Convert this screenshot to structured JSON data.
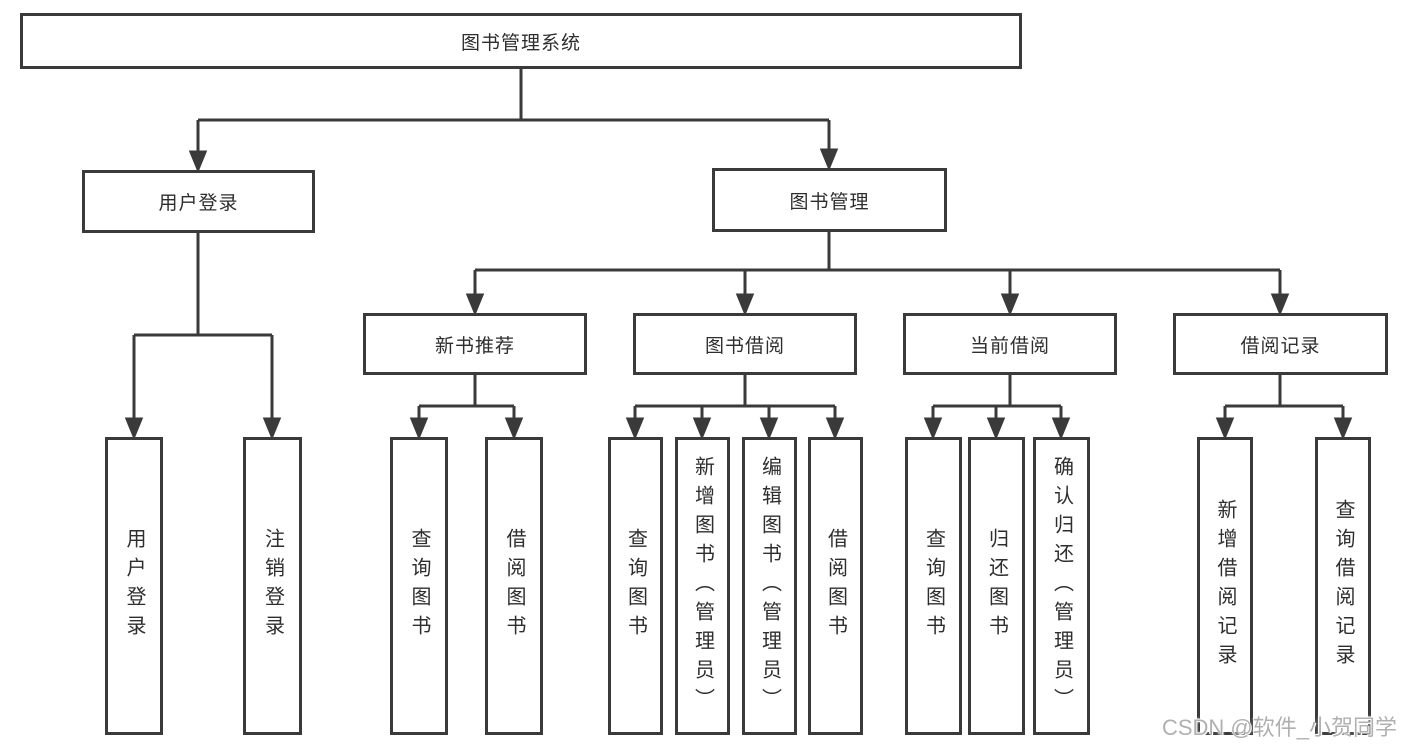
{
  "diagram": {
    "type": "hierarchy-function-structure",
    "title": "图书管理系统"
  },
  "tree": {
    "label": "图书管理系统",
    "children": [
      {
        "label": "用户登录",
        "children": [
          {
            "label": "用户登录"
          },
          {
            "label": "注销登录"
          }
        ]
      },
      {
        "label": "图书管理",
        "children": [
          {
            "label": "新书推荐",
            "children": [
              {
                "label": "查询图书"
              },
              {
                "label": "借阅图书"
              }
            ]
          },
          {
            "label": "图书借阅",
            "children": [
              {
                "label": "查询图书"
              },
              {
                "label": "新增图书（管理员）"
              },
              {
                "label": "编辑图书（管理员）"
              },
              {
                "label": "借阅图书"
              }
            ]
          },
          {
            "label": "当前借阅",
            "children": [
              {
                "label": "查询图书"
              },
              {
                "label": "归还图书"
              },
              {
                "label": "确认归还（管理员）"
              }
            ]
          },
          {
            "label": "借阅记录",
            "children": [
              {
                "label": "新增借阅记录"
              },
              {
                "label": "查询借阅记录"
              }
            ]
          }
        ]
      }
    ]
  },
  "watermark": {
    "text": "CSDN @软件_小贺同学"
  },
  "colors": {
    "line": "#3a3a3a",
    "text": "#2e2e2e",
    "background": "#ffffff",
    "watermark": "#b0b0b0"
  }
}
